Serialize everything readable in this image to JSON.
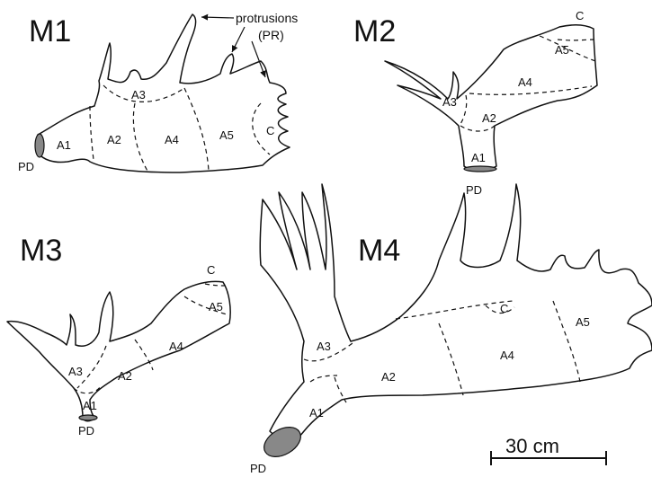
{
  "specimens": {
    "m1": {
      "title": "M1",
      "pd": "PD",
      "a1": "A1",
      "a2": "A2",
      "a3": "A3",
      "a4": "A4",
      "a5": "A5",
      "c": "C"
    },
    "m2": {
      "title": "M2",
      "pd": "PD",
      "a1": "A1",
      "a2": "A2",
      "a3": "A3",
      "a4": "A4",
      "a5": "A5",
      "c": "C"
    },
    "m3": {
      "title": "M3",
      "pd": "PD",
      "a1": "A1",
      "a2": "A2",
      "a3": "A3",
      "a4": "A4",
      "a5": "A5",
      "c": "C"
    },
    "m4": {
      "title": "M4",
      "pd": "PD",
      "a1": "A1",
      "a2": "A2",
      "a3": "A3",
      "a4": "A4",
      "a5": "A5",
      "c": "C"
    }
  },
  "annotation": {
    "line1": "protrusions",
    "line2": "(PR)"
  },
  "scale_bar": {
    "label": "30 cm"
  }
}
